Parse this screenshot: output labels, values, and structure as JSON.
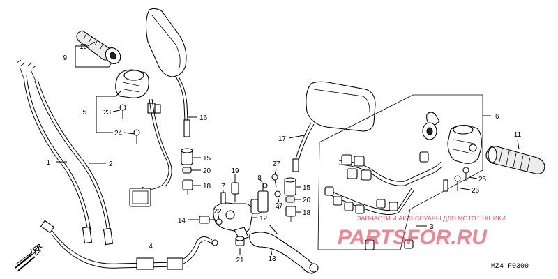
{
  "labels": {
    "c1": "1",
    "c2": "2",
    "c3": "3",
    "c4": "4",
    "c5": "5",
    "c6": "6",
    "c7": "7",
    "c8": "8",
    "c9": "9",
    "c10": "10",
    "c11": "11",
    "c12": "12",
    "c13": "13",
    "c14": "14",
    "c15a": "15",
    "c15b": "15",
    "c16": "16",
    "c17": "17",
    "c18a": "18",
    "c18b": "18",
    "c19": "19",
    "c20a": "20",
    "c20b": "20",
    "c21": "21",
    "c22": "22",
    "c23": "23",
    "c24": "24",
    "c25": "25",
    "c26": "26",
    "c27a": "27",
    "c27b": "27"
  },
  "fr_label": "FR.",
  "watermark": {
    "tagline": "ЗАПЧАСТИ И АКСЕССУАРЫ ДЛЯ МОТОТЕХНИКИ",
    "logo": "PARTSFOR.RU"
  },
  "footer": {
    "code": "MZ4 F0300"
  },
  "colors": {
    "watermark": "#e8334a",
    "ink": "#000000"
  }
}
